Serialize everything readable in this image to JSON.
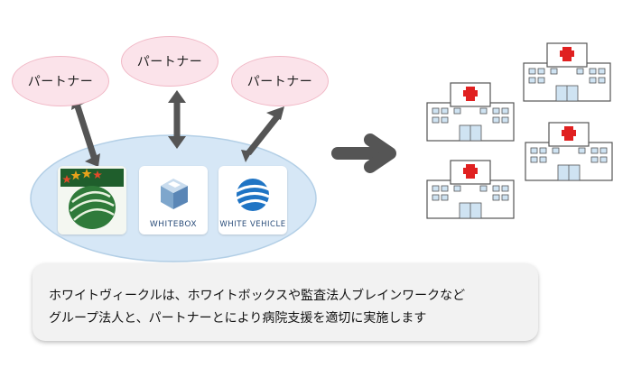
{
  "partners": [
    "パートナー",
    "パートナー",
    "パートナー"
  ],
  "logos": {
    "whitebox": "WHITEBOX",
    "white_vehicle": "WHITE VEHICLE"
  },
  "caption": {
    "line1": "ホワイトヴィークルは、ホワイトボックスや監査法人ブレインワークなど",
    "line2": "グループ法人と、パートナーとにより病院支援を適切に実施します"
  },
  "colors": {
    "ellipse_fill": "#d6e7f6",
    "partner_fill": "#fbe3ea",
    "arrow": "#555555",
    "cross": "#e02020"
  }
}
